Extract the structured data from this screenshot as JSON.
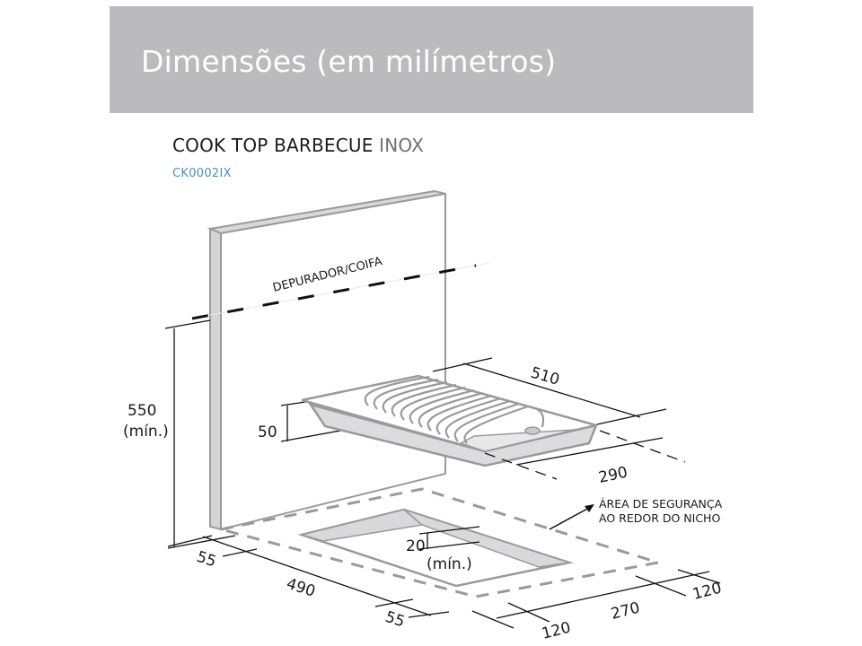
{
  "header": {
    "title": "Dimensões (em milímetros)",
    "background_color": "#bbbbbe"
  },
  "product": {
    "name": "COOK TOP BARBECUE",
    "variant": "INOX",
    "code": "CK0002IX",
    "code_color": "#4a90c2"
  },
  "diagram": {
    "hood_label": "DEPURADOR/COIFA",
    "safety_area_label_line1": "ÁREA DE SEGURANÇA",
    "safety_area_label_line2": "AO REDOR DO NICHO",
    "dimensions": {
      "height_to_hood": "550",
      "height_to_hood_note": "(mín.)",
      "cooktop_height": "50",
      "cooktop_width": "510",
      "cooktop_depth": "290",
      "niche_depth": "20",
      "niche_depth_note": "(mín.)",
      "left_margin": "55",
      "niche_length": "490",
      "right_margin": "55",
      "front_margin": "120",
      "niche_width": "270",
      "back_margin": "120"
    },
    "unit": "mm"
  }
}
